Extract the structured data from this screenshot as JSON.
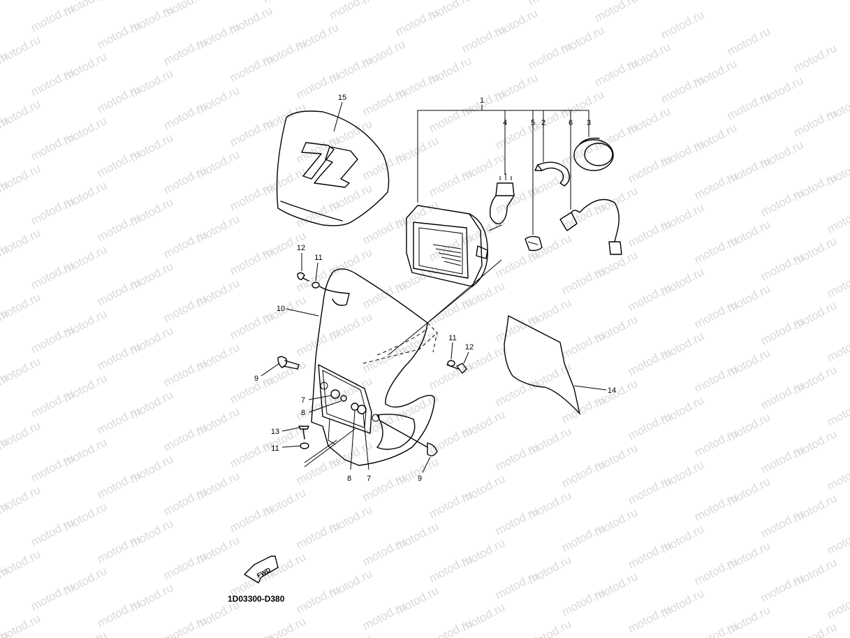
{
  "watermark": "motod.ru",
  "diagram_code": "1D03300-D380",
  "fwd_label": "FWD",
  "logo_text": "72",
  "callouts": {
    "c1": "1",
    "c2": "2",
    "c3": "3",
    "c4": "4",
    "c5": "5",
    "c6": "6",
    "c7a": "7",
    "c7b": "7",
    "c8a": "8",
    "c8b": "8",
    "c9a": "9",
    "c9b": "9",
    "c10": "10",
    "c11a": "11",
    "c11b": "11",
    "c11c": "11",
    "c12a": "12",
    "c12b": "12",
    "c13": "13",
    "c14": "14",
    "c15": "15"
  }
}
